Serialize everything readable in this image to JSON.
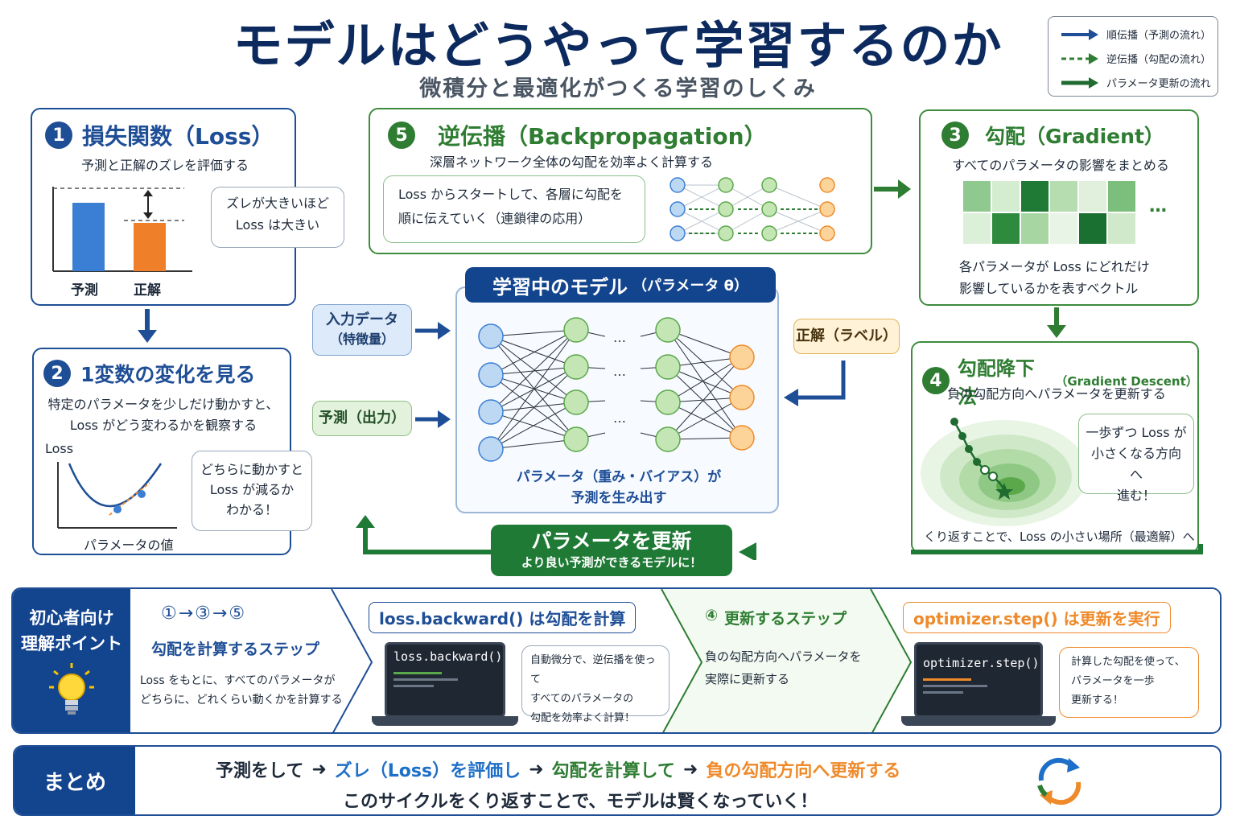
{
  "title": "モデルはどうやって学習するのか",
  "subtitle": "微積分と最適化がつくる学習のしくみ",
  "legend": {
    "forward": "順伝播（予測の流れ）",
    "backward": "逆伝播（勾配の流れ）",
    "update": "パラメータ更新の流れ"
  },
  "card1": {
    "num": "1",
    "title": "損失関数（Loss）",
    "desc": "予測と正解のズレを評価する",
    "bubble_l1": "ズレが大きいほど",
    "bubble_l2": "Loss は大きい",
    "bar_pred_label": "予測",
    "bar_true_label": "正解"
  },
  "card2": {
    "num": "2",
    "title": "1変数の変化を見る",
    "desc_l1": "特定のパラメータを少しだけ動かすと、",
    "desc_l2": "Loss がどう変わるかを観察する",
    "ylabel": "Loss",
    "xlabel": "パラメータの値",
    "bubble_l1": "どちらに動かすと",
    "bubble_l2": "Loss が減るか",
    "bubble_l3": "わかる！"
  },
  "card5": {
    "num": "5",
    "title": "逆伝播（Backpropagation）",
    "desc": "深層ネットワーク全体の勾配を効率よく計算する",
    "bubble_l1": "Loss からスタートして、各層に勾配を",
    "bubble_l2": "順に伝えていく（連鎖律の応用）"
  },
  "card3": {
    "num": "3",
    "title": "勾配（Gradient）",
    "desc": "すべてのパラメータの影響をまとめる",
    "ellipsis": "…",
    "foot_l1": "各パラメータが Loss にどれだけ",
    "foot_l2": "影響しているかを表すベクトル"
  },
  "card4": {
    "num": "4",
    "title": "勾配降下法",
    "title_en": "（Gradient Descent）",
    "desc": "負の勾配方向へパラメータを更新する",
    "bubble_l1": "一歩ずつ Loss が",
    "bubble_l2": "小さくなる方向へ",
    "bubble_l3": "進む！",
    "foot": "くり返すことで、Loss の小さい場所（最適解）へ"
  },
  "model": {
    "header": "学習中のモデル",
    "header_small": "（パラメータ θ）",
    "caption_l1": "パラメータ（重み・バイアス）が",
    "caption_l2": "予測を生み出す",
    "ellipsis": "…"
  },
  "input_pill": {
    "l1": "入力データ",
    "l2": "（特徴量）"
  },
  "pred_pill": {
    "label": "予測（出力）"
  },
  "label_pill": {
    "label": "正解（ラベル）"
  },
  "update_banner": {
    "big": "パラメータを更新",
    "small": "より良い予測ができるモデルに！"
  },
  "beginner": {
    "side_l1": "初心者向け",
    "side_l2": "理解ポイント",
    "step_seq": "①→③→⑤",
    "step_title": "勾配を計算するステップ",
    "step_desc_l1": "Loss をもとに、すべてのパラメータが",
    "step_desc_l2": "どちらに、どれくらい動くかを計算する",
    "backward_label": "loss.backward() は勾配を計算",
    "backward_screen": "loss.backward()",
    "backward_bubble_l1": "自動微分で、逆伝播を使って",
    "backward_bubble_l2": "すべてのパラメータの",
    "backward_bubble_l3": "勾配を効率よく計算！",
    "update_seq": "④",
    "update_title": "更新するステップ",
    "update_desc_l1": "負の勾配方向へパラメータを",
    "update_desc_l2": "実際に更新する",
    "step_label": "optimizer.step() は更新を実行",
    "step_screen": "optimizer.step()",
    "step_bubble_l1": "計算した勾配を使って、",
    "step_bubble_l2": "パラメータを一歩",
    "step_bubble_l3": "更新する！"
  },
  "summary": {
    "side": "まとめ",
    "p1": "予測をして",
    "p2": "ズレ（Loss）を評価し",
    "p3": "勾配を計算して",
    "p4": "負の勾配方向へ更新する",
    "line2": "このサイクルをくり返すことで、モデルは賢くなっていく！"
  },
  "colors": {
    "navy": "#13448e",
    "blue": "#1e4e96",
    "green": "#2e7d32",
    "orange": "#ef8a2a",
    "node_blue": "#bcd8f3",
    "node_green": "#c4e6b4",
    "node_orange": "#fcd49a"
  }
}
